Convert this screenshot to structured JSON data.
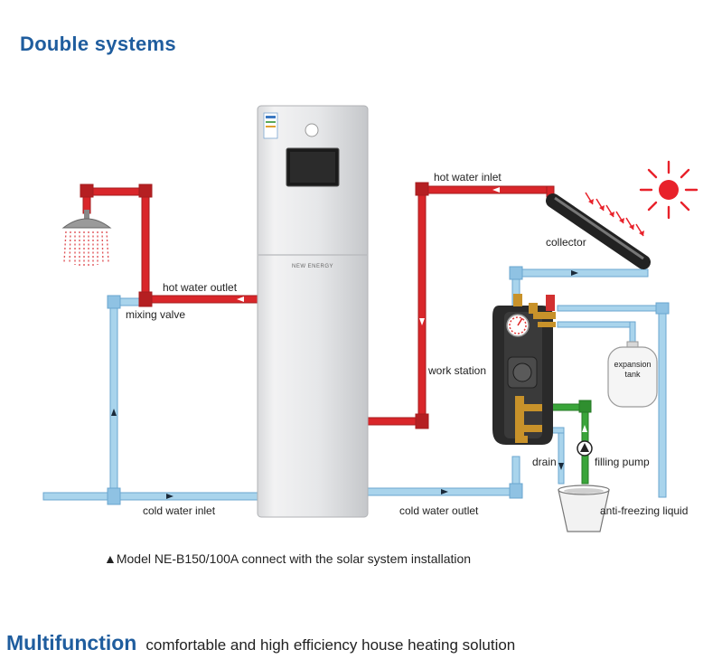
{
  "title": "Double systems",
  "labels": {
    "hot_water_inlet": "hot water inlet",
    "collector": "collector",
    "hot_water_outlet": "hot water outlet",
    "mixing_valve": "mixing valve",
    "work_station": "work station",
    "expansion_tank_line1": "expansion",
    "expansion_tank_line2": "tank",
    "drain": "drain",
    "filling_pump": "filling pump",
    "cold_water_inlet": "cold water inlet",
    "cold_water_outlet": "cold water outlet",
    "anti_freezing_liquid": "anti-freezing liquid",
    "unit_badge": "NEW ENERGY"
  },
  "caption": {
    "marker": "▲",
    "text": "Model NE-B150/100A connect with the solar system installation"
  },
  "footer": {
    "heading": "Multifunction",
    "subtitle": "comfortable and high efficiency house heating solution"
  },
  "colors": {
    "heading_blue": "#1f5d9e",
    "hot_pipe": "#d9262a",
    "cold_pipe": "#a9d4ec",
    "cold_pipe_edge": "#6aa6cf",
    "glycol_pipe": "#3aa53a",
    "sun": "#e8212a"
  },
  "icons": [
    "shower-icon",
    "sun-icon",
    "pump-icon",
    "flow-arrow-icon"
  ]
}
